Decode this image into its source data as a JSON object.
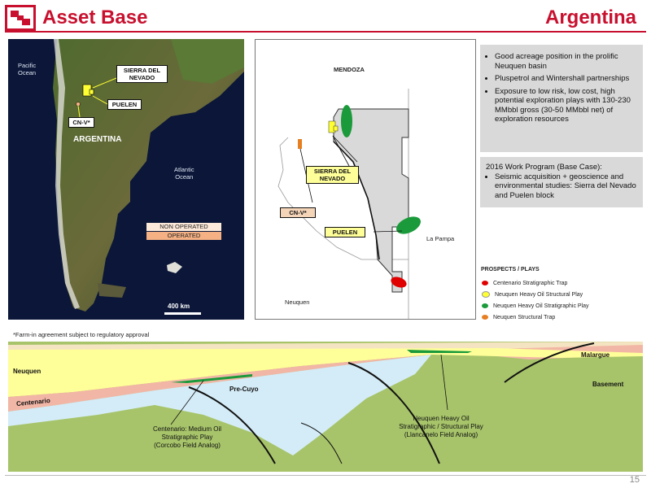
{
  "header": {
    "title": "Asset Base",
    "country": "Argentina"
  },
  "overview_map": {
    "pacific": "Pacific\nOcean",
    "atlantic": "Atlantic\nOcean",
    "country_label": "ARGENTINA",
    "blocks": {
      "sierra": "SIERRA DEL\nNEVADO",
      "puelen": "PUELEN",
      "cnv": "CN-V*"
    },
    "legend": {
      "non_operated": "NON OPERATED",
      "operated": "OPERATED"
    },
    "scale": "400 km",
    "colors": {
      "non_operated": "#fde9d9",
      "operated": "#f5b183"
    }
  },
  "detail_map": {
    "mendoza": "MENDOZA",
    "la_pampa": "La Pampa",
    "neuquen": "Neuquen",
    "sierra": "SIERRA DEL\nNEVADO",
    "puelen": "PUELEN",
    "cnv": "CN-V*",
    "legend_title": "PROSPECTS / PLAYS",
    "legend": [
      {
        "label": "Centenario Stratigraphic Trap",
        "color": "#e00000"
      },
      {
        "label": "Neuquen Heavy Oil Structural Play",
        "color": "#ffff33"
      },
      {
        "label": "Neuquen Heavy Oil Stratigraphic Play",
        "color": "#1a9a3a"
      },
      {
        "label": "Neuquen Structural Trap",
        "color": "#e67e22"
      }
    ]
  },
  "bullets": [
    "Good acreage position in the prolific Neuquen basin",
    "Pluspetrol and Wintershall partnerships",
    "Exposure to low risk, low cost, high potential exploration plays with 130-230 MMbbl gross (30-50 MMbbl net) of exploration resources"
  ],
  "work_program": {
    "heading": "2016 Work Program (Base Case):",
    "items": [
      "Seismic acquisition + geoscience and environmental studies: Sierra del Nevado and Puelen block"
    ]
  },
  "footnote": "*Farm-in agreement subject to regulatory approval",
  "cross_section": {
    "malargue": "Malargue",
    "neuquen": "Neuquen",
    "precuyo": "Pre-Cuyo",
    "basement": "Basement",
    "centenario": "Centenario",
    "callout_left": [
      "Centenario: Medium Oil",
      "Stratigraphic Play",
      "(Corcobo Field Analog)"
    ],
    "callout_right": [
      "Neuquen Heavy Oil",
      "Stratigraphic / Structural Play",
      "(Llancanelo Field Analog)"
    ]
  },
  "page_number": "15"
}
